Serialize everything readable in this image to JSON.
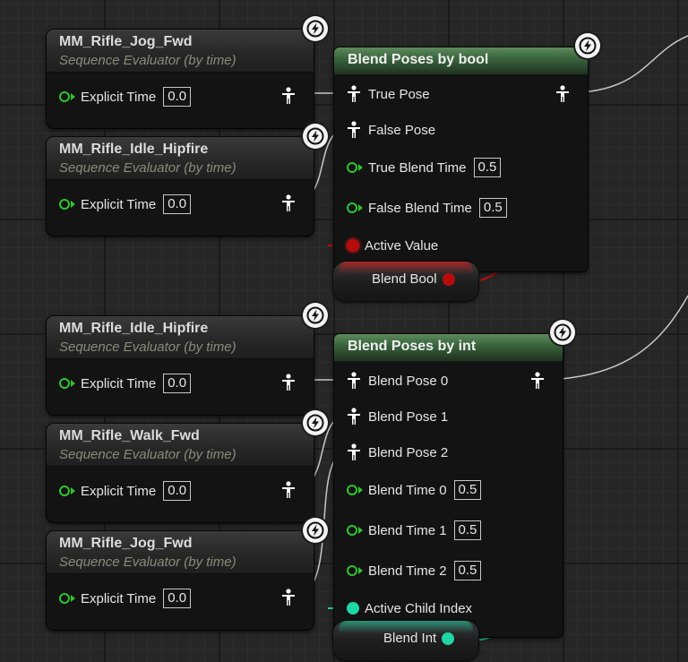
{
  "colors": {
    "exec_green": "#2fc530",
    "bool_red": "#b80c0c",
    "int_teal": "#1fd6a4",
    "blend_header": "#3d6a40"
  },
  "evaluators": [
    {
      "title": "MM_Rifle_Jog_Fwd",
      "subtitle": "Sequence Evaluator (by time)",
      "pin_label": "Explicit Time",
      "value": "0.0"
    },
    {
      "title": "MM_Rifle_Idle_Hipfire",
      "subtitle": "Sequence Evaluator (by time)",
      "pin_label": "Explicit Time",
      "value": "0.0"
    },
    {
      "title": "MM_Rifle_Idle_Hipfire",
      "subtitle": "Sequence Evaluator (by time)",
      "pin_label": "Explicit Time",
      "value": "0.0"
    },
    {
      "title": "MM_Rifle_Walk_Fwd",
      "subtitle": "Sequence Evaluator (by time)",
      "pin_label": "Explicit Time",
      "value": "0.0"
    },
    {
      "title": "MM_Rifle_Jog_Fwd",
      "subtitle": "Sequence Evaluator (by time)",
      "pin_label": "Explicit Time",
      "value": "0.0"
    }
  ],
  "blend_bool": {
    "title": "Blend Poses by bool",
    "true_pose": "True Pose",
    "false_pose": "False Pose",
    "true_time_label": "True Blend Time",
    "true_time_value": "0.5",
    "false_time_label": "False Blend Time",
    "false_time_value": "0.5",
    "active_label": "Active Value",
    "var_label": "Blend Bool"
  },
  "blend_int": {
    "title": "Blend Poses by int",
    "pose0": "Blend Pose 0",
    "pose1": "Blend Pose 1",
    "pose2": "Blend Pose 2",
    "time0_label": "Blend Time 0",
    "time0_value": "0.5",
    "time1_label": "Blend Time 1",
    "time1_value": "0.5",
    "time2_label": "Blend Time 2",
    "time2_value": "0.5",
    "active_label": "Active Child Index",
    "var_label": "Blend Int"
  },
  "icons": {
    "pose": "pose-figure-icon",
    "fast_path": "lightning-bolt-icon"
  }
}
